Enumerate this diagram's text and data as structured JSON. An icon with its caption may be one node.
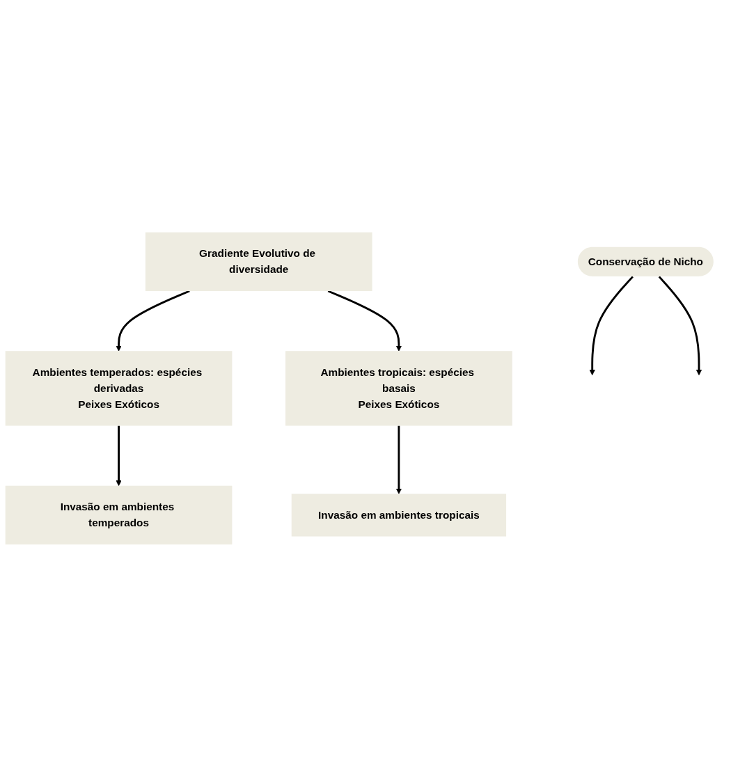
{
  "diagram": {
    "nodes": [
      {
        "text": [
          "Gradiente Evolutivo de diversidade"
        ]
      },
      {
        "text": [
          "Ambientes temperados: espécies derivadas",
          "Peixes Exóticos"
        ]
      },
      {
        "text": [
          "Ambientes tropicais: espécies basais",
          "Peixes Exóticos"
        ]
      },
      {
        "text": [
          "Conservação de Nicho"
        ]
      },
      {
        "text": [
          "Invasão em ambientes temperados"
        ]
      },
      {
        "text": [
          "Invasão em ambientes tropicais"
        ]
      }
    ],
    "edges": [
      {
        "from": 0,
        "to": 1,
        "arrow": "to"
      },
      {
        "from": 0,
        "to": 2,
        "arrow": "to"
      },
      {
        "from": 1,
        "to": 4,
        "arrow": "to"
      },
      {
        "from": 2,
        "to": 5,
        "arrow": "to"
      },
      {
        "from": 3,
        "to": null,
        "arrow": "to"
      },
      {
        "from": 3,
        "to": null,
        "arrow": "to"
      }
    ]
  }
}
